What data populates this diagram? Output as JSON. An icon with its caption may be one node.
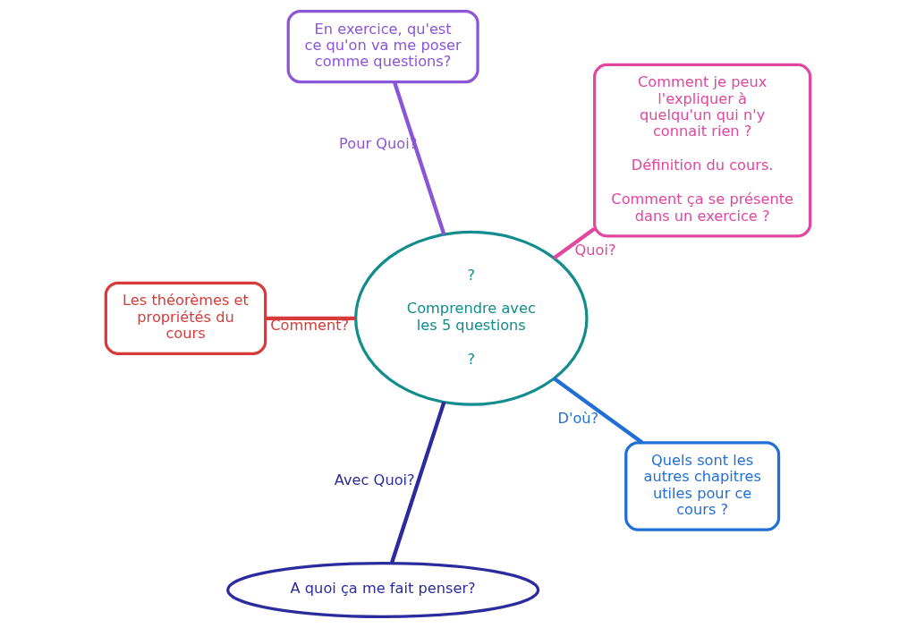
{
  "diagram": {
    "nodes": [
      {
        "text": [
          "En exercice, qu'est ce qu'on va me poser comme questions?"
        ]
      },
      {
        "text": [
          "Comment je peux l'expliquer à quelqu'un qui n'y connait rien ?",
          "Définition du cours.",
          "Comment ça se présente dans un exercice ?"
        ]
      },
      {
        "text": [
          "?",
          "Comprendre avec les 5 questions",
          "?"
        ]
      },
      {
        "text": [
          "Les théorèmes et propriétés du cours"
        ]
      },
      {
        "text": [
          "Quels sont les autres chapitres utiles pour ce cours ?"
        ]
      },
      {
        "text": [
          "A quoi ça me fait penser?"
        ]
      }
    ],
    "edges": [
      {
        "from": 2,
        "to": 1,
        "arrow": "none",
        "label": "Quoi?",
        "color": "#e0479e"
      },
      {
        "from": 2,
        "to": 0,
        "arrow": "none",
        "label": "Pour Quoi?",
        "color": "#8a55d6"
      },
      {
        "from": 2,
        "to": 3,
        "arrow": "none",
        "label": "Comment?",
        "color": "#d83a3a"
      },
      {
        "from": 2,
        "to": 5,
        "arrow": "none",
        "label": "Avec Quoi?",
        "color": "#2b2b9e"
      },
      {
        "from": 2,
        "to": 4,
        "arrow": "none",
        "label": "D'où?",
        "color": "#1f6fd6"
      }
    ]
  }
}
